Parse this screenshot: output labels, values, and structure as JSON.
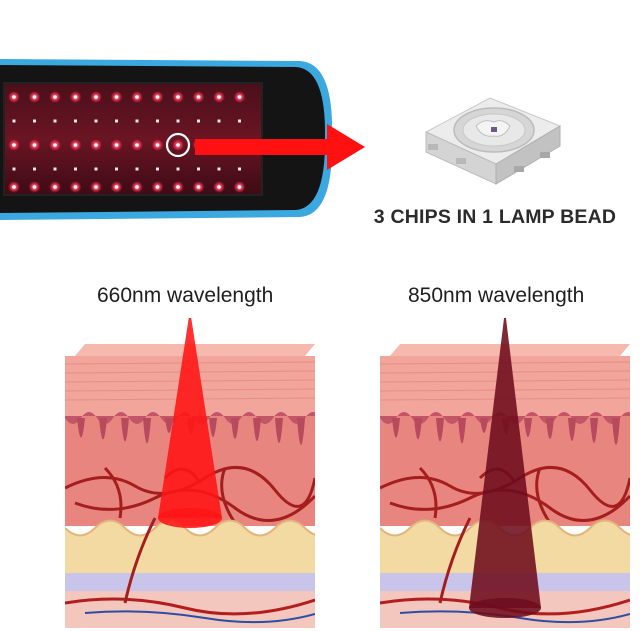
{
  "caption": "3 CHIPS IN 1 LAMP BEAD",
  "wavelengths": [
    {
      "label": "660nm wavelength",
      "beam_color": "#ff1414"
    },
    {
      "label": "850nm wavelength",
      "beam_color": "#6e0d1d"
    }
  ],
  "colors": {
    "belt_border": "#3ba8e0",
    "belt_body": "#141414",
    "led_glow": "#ff2244",
    "arrow": "#ff1111",
    "skin_surface": "#f2a59a",
    "dermis": "#e8857e",
    "fat_layer": "#f3d9a2",
    "muscle_layer": "#c9c5ea"
  },
  "icons": {
    "led_belt": "led-belt-panel",
    "arrow": "right-arrow-icon",
    "chip": "smd-lamp-bead-chip",
    "skin": "skin-cross-section"
  }
}
